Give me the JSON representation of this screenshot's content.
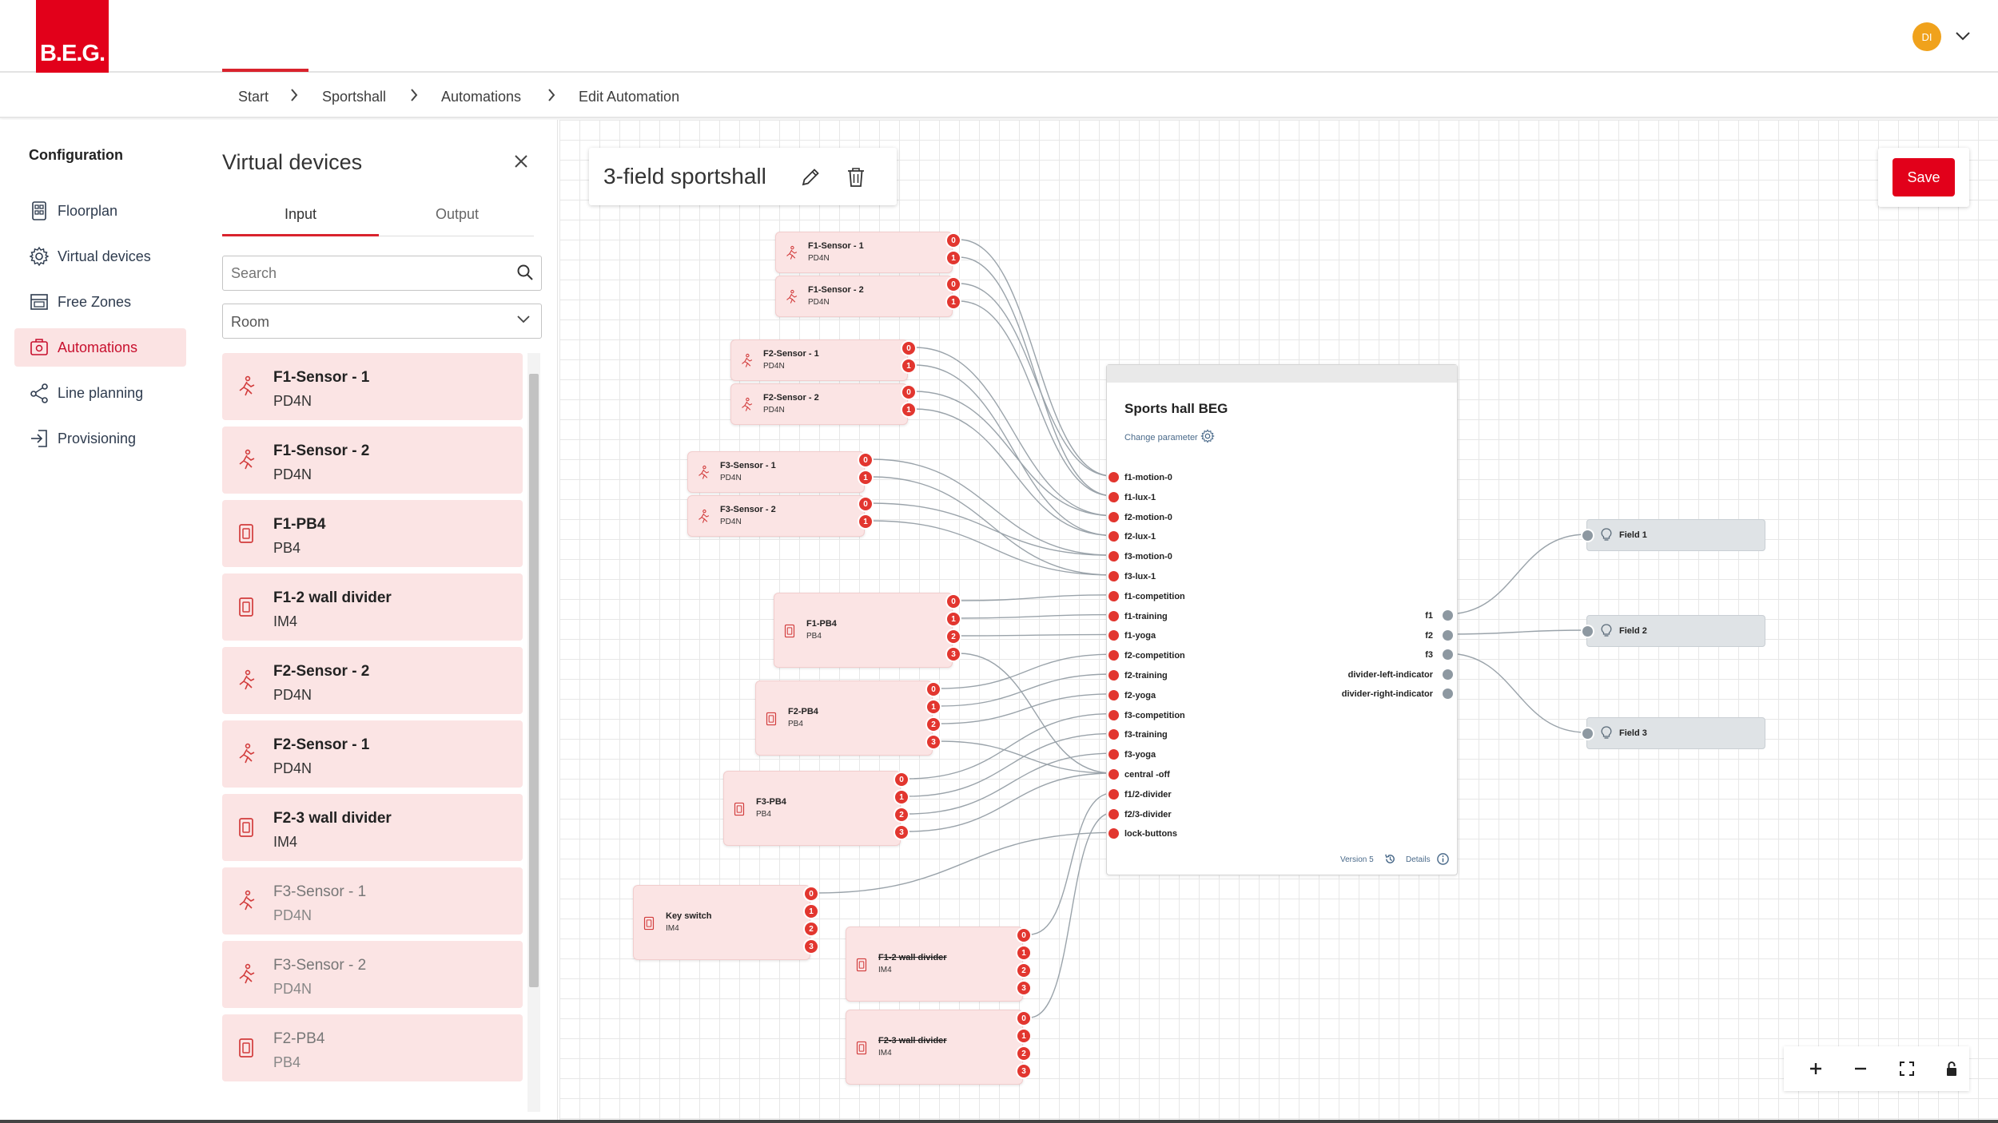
{
  "header": {
    "logo_text": "B.E.G.",
    "user_initials": "DI",
    "brand_color": "#e2001a"
  },
  "breadcrumb": [
    "Start",
    "Sportshall",
    "Automations",
    "Edit Automation"
  ],
  "sidebar": {
    "title": "Configuration",
    "items": [
      {
        "label": "Floorplan",
        "icon": "floorplan-icon"
      },
      {
        "label": "Virtual devices",
        "icon": "gear-icon"
      },
      {
        "label": "Free Zones",
        "icon": "zones-icon"
      },
      {
        "label": "Automations",
        "icon": "automation-icon",
        "active": true
      },
      {
        "label": "Line planning",
        "icon": "line-planning-icon"
      },
      {
        "label": "Provisioning",
        "icon": "login-icon"
      }
    ]
  },
  "virtual_devices": {
    "title": "Virtual devices",
    "tabs": [
      "Input",
      "Output"
    ],
    "active_tab": "Input",
    "search_placeholder": "Search",
    "room_select": "Room",
    "devices": [
      {
        "name": "F1-Sensor - 1",
        "type": "PD4N",
        "icon": "motion-sensor-icon"
      },
      {
        "name": "F1-Sensor - 2",
        "type": "PD4N",
        "icon": "motion-sensor-icon"
      },
      {
        "name": "F1-PB4",
        "type": "PB4",
        "icon": "push-button-icon"
      },
      {
        "name": "F1-2 wall divider",
        "type": "IM4",
        "icon": "push-button-icon"
      },
      {
        "name": "F2-Sensor - 2",
        "type": "PD4N",
        "icon": "motion-sensor-icon"
      },
      {
        "name": "F2-Sensor - 1",
        "type": "PD4N",
        "icon": "motion-sensor-icon"
      },
      {
        "name": "F2-3 wall divider",
        "type": "IM4",
        "icon": "push-button-icon"
      },
      {
        "name": "F3-Sensor - 1",
        "type": "PD4N",
        "icon": "motion-sensor-icon"
      },
      {
        "name": "F3-Sensor - 2",
        "type": "PD4N",
        "icon": "motion-sensor-icon"
      },
      {
        "name": "F2-PB4",
        "type": "PB4",
        "icon": "push-button-icon"
      }
    ]
  },
  "automation": {
    "title": "3-field sportshall",
    "save_label": "Save"
  },
  "flow": {
    "input_nodes": [
      {
        "name": "F1-Sensor - 1",
        "type": "PD4N",
        "ports": [
          "0",
          "1"
        ]
      },
      {
        "name": "F1-Sensor - 2",
        "type": "PD4N",
        "ports": [
          "0",
          "1"
        ]
      },
      {
        "name": "F2-Sensor - 1",
        "type": "PD4N",
        "ports": [
          "0",
          "1"
        ]
      },
      {
        "name": "F2-Sensor - 2",
        "type": "PD4N",
        "ports": [
          "0",
          "1"
        ]
      },
      {
        "name": "F3-Sensor - 1",
        "type": "PD4N",
        "ports": [
          "0",
          "1"
        ]
      },
      {
        "name": "F3-Sensor - 2",
        "type": "PD4N",
        "ports": [
          "0",
          "1"
        ]
      },
      {
        "name": "F1-PB4",
        "type": "PB4",
        "ports": [
          "0",
          "1",
          "2",
          "3"
        ]
      },
      {
        "name": "F2-PB4",
        "type": "PB4",
        "ports": [
          "0",
          "1",
          "2",
          "3"
        ]
      },
      {
        "name": "F3-PB4",
        "type": "PB4",
        "ports": [
          "0",
          "1",
          "2",
          "3"
        ]
      },
      {
        "name": "Key switch",
        "type": "IM4",
        "ports": [
          "0",
          "1",
          "2",
          "3"
        ]
      },
      {
        "name": "F1-2 wall divider",
        "type": "IM4",
        "ports": [
          "0",
          "1",
          "2",
          "3"
        ],
        "struck": true
      },
      {
        "name": "F2-3 wall divider",
        "type": "IM4",
        "ports": [
          "0",
          "1",
          "2",
          "3"
        ],
        "struck": true
      }
    ],
    "main_node": {
      "title": "Sports hall BEG",
      "change_parameter": "Change parameter",
      "inputs": [
        "f1-motion-0",
        "f1-lux-1",
        "f2-motion-0",
        "f2-lux-1",
        "f3-motion-0",
        "f3-lux-1",
        "f1-competition",
        "f1-training",
        "f1-yoga",
        "f2-competition",
        "f2-training",
        "f2-yoga",
        "f3-competition",
        "f3-training",
        "f3-yoga",
        "central -off",
        "f1/2-divider",
        "f2/3-divider",
        "lock-buttons"
      ],
      "outputs": [
        "f1",
        "f2",
        "f3",
        "divider-left-indicator",
        "divider-right-indicator"
      ],
      "version": "Version 5",
      "details": "Details"
    },
    "output_nodes": [
      {
        "name": "Field 1"
      },
      {
        "name": "Field 2"
      },
      {
        "name": "Field 3"
      }
    ],
    "wire_color": "#9aa3aa",
    "port_color": "#e2362f"
  },
  "zoom_controls": [
    "zoom-in-icon",
    "zoom-out-icon",
    "fit-view-icon",
    "lock-icon"
  ]
}
